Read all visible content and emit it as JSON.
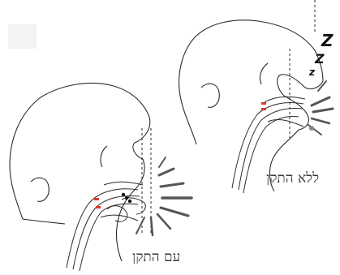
{
  "labels": {
    "without_device": "ללא התקן",
    "with_device": "עם התקן"
  },
  "snore": [
    "Z",
    "Z",
    "z"
  ],
  "colors": {
    "line": "#2b2b2b",
    "airway_marker": "#d93a2b",
    "background": "#ffffff"
  }
}
